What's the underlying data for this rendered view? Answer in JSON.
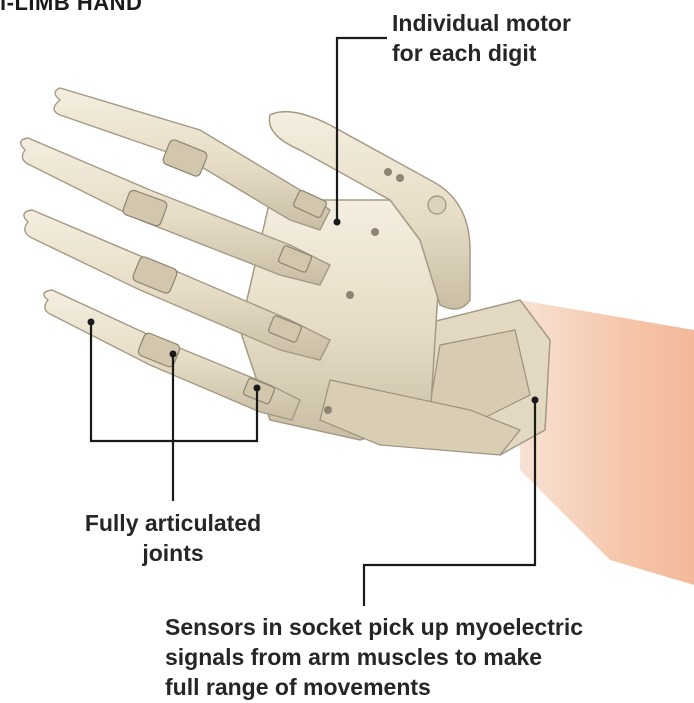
{
  "title": "i-LIMB HAND",
  "callouts": {
    "motor": [
      "Individual motor",
      "for each digit"
    ],
    "joints": [
      "Fully articulated",
      "joints"
    ],
    "sensors": [
      "Sensors in socket pick up myoelectric",
      "signals from arm muscles to make",
      "full range of movements"
    ]
  },
  "colors": {
    "prosthetic": "#ece3cf",
    "prosthetic_shade": "#cbbfa5",
    "prosthetic_dark": "#8e8472",
    "skin": "#f6c9ad",
    "leader_line": "#1a1a1a",
    "text": "#262626"
  }
}
